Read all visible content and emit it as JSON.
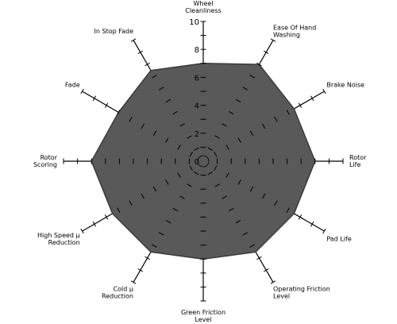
{
  "chart_data": {
    "type": "radar",
    "title": "",
    "rlim": [
      0,
      10
    ],
    "tick_labels": [
      "0",
      "2",
      "4",
      "6",
      "8",
      "10"
    ],
    "colors": {
      "fill": "#595959",
      "stroke": "#3a3a3a",
      "axis": "#000000"
    },
    "categories": [
      [
        "Wheel",
        "Cleanliness"
      ],
      [
        "Ease Of Hand",
        "Washing"
      ],
      [
        "Brake Noise"
      ],
      [
        "Rotor",
        "Life"
      ],
      [
        "Pad Life"
      ],
      [
        "Operating Friction",
        "Level"
      ],
      [
        "Green Friction",
        "Level"
      ],
      [
        "Cold μ",
        "Reduction"
      ],
      [
        "High Speed μ",
        "Reduction"
      ],
      [
        "Rotor",
        "Scoring"
      ],
      [
        "Fade"
      ],
      [
        "In Stop Fade"
      ]
    ],
    "values": [
      7,
      8,
      7.5,
      8,
      7.5,
      7.5,
      7,
      7.5,
      7.5,
      8,
      7,
      7.5
    ]
  }
}
